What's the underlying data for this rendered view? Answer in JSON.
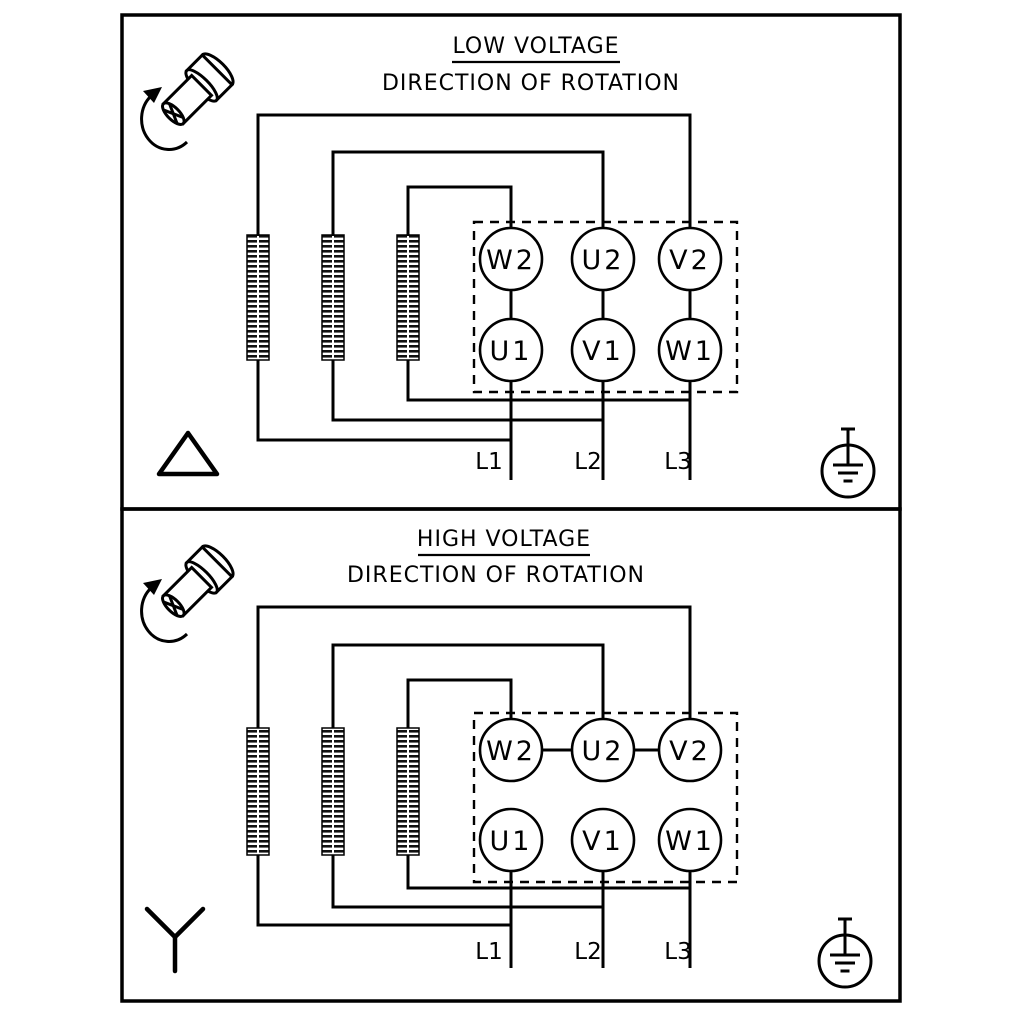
{
  "colors": {
    "line": "#000000",
    "background": "#ffffff"
  },
  "panels": [
    {
      "id": "low-voltage",
      "title": "LOW VOLTAGE",
      "subtitle": "DIRECTION OF ROTATION",
      "connection": "delta",
      "terminals_top": [
        "W2",
        "U2",
        "V2"
      ],
      "terminals_bottom": [
        "U1",
        "V1",
        "W1"
      ],
      "supply_lines": [
        "L1",
        "L2",
        "L3"
      ],
      "icons": [
        "rotation-direction-icon",
        "delta-connection-icon",
        "earth-ground-icon"
      ]
    },
    {
      "id": "high-voltage",
      "title": "HIGH VOLTAGE",
      "subtitle": "DIRECTION OF ROTATION",
      "connection": "star",
      "terminals_top": [
        "W2",
        "U2",
        "V2"
      ],
      "terminals_bottom": [
        "U1",
        "V1",
        "W1"
      ],
      "supply_lines": [
        "L1",
        "L2",
        "L3"
      ],
      "icons": [
        "rotation-direction-icon",
        "star-connection-icon",
        "earth-ground-icon"
      ]
    }
  ]
}
